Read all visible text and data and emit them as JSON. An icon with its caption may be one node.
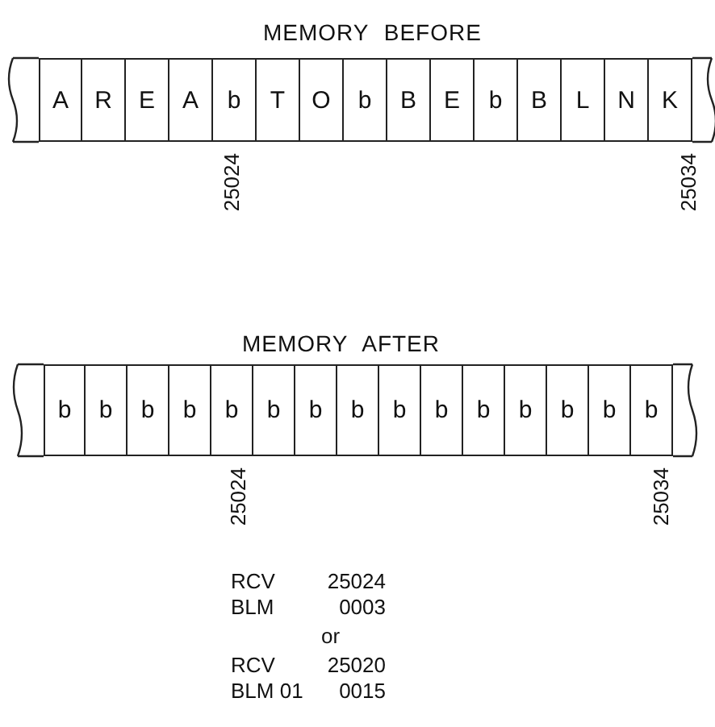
{
  "diagram": {
    "nodes": [
      {
        "text": [
          "A"
        ]
      },
      {
        "text": [
          "R"
        ]
      },
      {
        "text": [
          "E"
        ]
      },
      {
        "text": [
          "A"
        ]
      },
      {
        "text": [
          "b"
        ]
      },
      {
        "text": [
          "T"
        ]
      },
      {
        "text": [
          "O"
        ]
      },
      {
        "text": [
          "b"
        ]
      },
      {
        "text": [
          "B"
        ]
      },
      {
        "text": [
          "E"
        ]
      },
      {
        "text": [
          "b"
        ]
      },
      {
        "text": [
          "B"
        ]
      },
      {
        "text": [
          "L"
        ]
      },
      {
        "text": [
          "N"
        ]
      },
      {
        "text": [
          "K"
        ]
      },
      {
        "text": [
          "b"
        ]
      },
      {
        "text": [
          "b"
        ]
      },
      {
        "text": [
          "b"
        ]
      },
      {
        "text": [
          "b"
        ]
      },
      {
        "text": [
          "b"
        ]
      },
      {
        "text": [
          "b"
        ]
      },
      {
        "text": [
          "b"
        ]
      },
      {
        "text": [
          "b"
        ]
      },
      {
        "text": [
          "b"
        ]
      },
      {
        "text": [
          "b"
        ]
      },
      {
        "text": [
          "b"
        ]
      },
      {
        "text": [
          "b"
        ]
      },
      {
        "text": [
          "b"
        ]
      },
      {
        "text": [
          "b"
        ]
      },
      {
        "text": [
          "b"
        ]
      }
    ],
    "labels": [
      "MEMORY BEFORE",
      "25024",
      "25034",
      "MEMORY AFTER",
      "25024",
      "25034",
      "RCV",
      "25024",
      "BLM",
      "0003",
      "or",
      "RCV",
      "25020",
      "BLM 01",
      "0015"
    ]
  }
}
